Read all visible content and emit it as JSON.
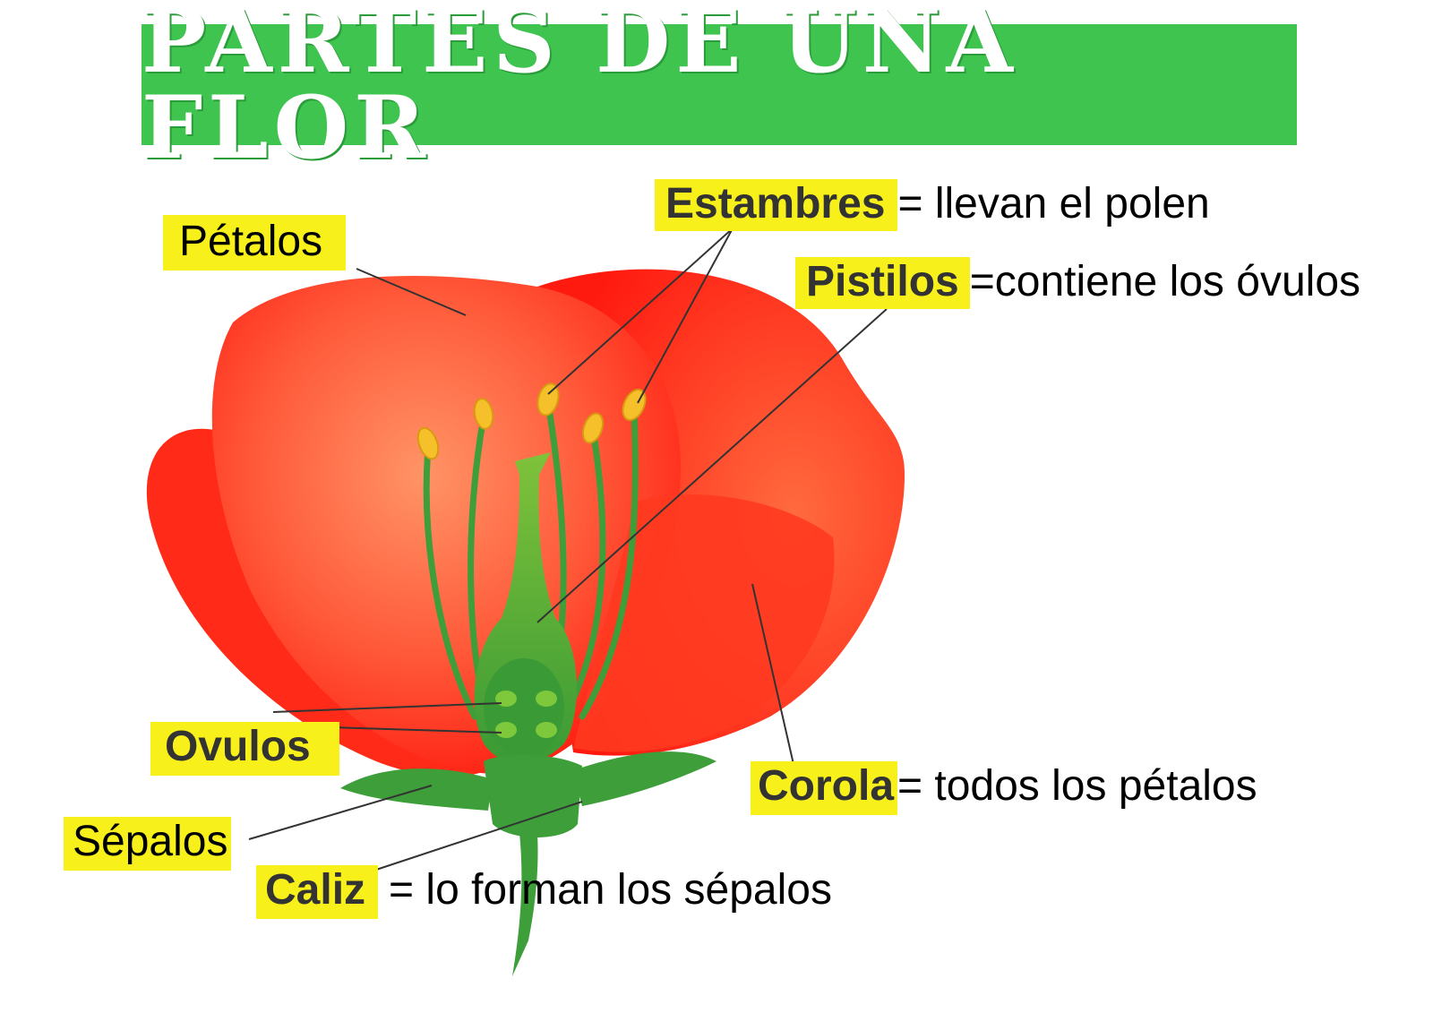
{
  "title": "PARTES DE UNA FLOR",
  "colors": {
    "banner": "#3ec44f",
    "highlight": "#f7f01a",
    "petal": "#ff2a1a",
    "petal_light": "#ff8a5c",
    "green": "#3d9e3a",
    "anther": "#f5c02a"
  },
  "labels": {
    "petalos": "Pétalos",
    "estambres": "Estambres",
    "estambres_desc": "= llevan el polen",
    "pistilos": "Pistilos",
    "pistilos_desc": "=contiene los óvulos",
    "ovulos": "Ovulos",
    "sepalos": "Sépalos",
    "caliz": "Caliz",
    "caliz_desc": "= lo forman los sépalos",
    "corola": "Corola",
    "corola_desc": "= todos los pétalos"
  }
}
